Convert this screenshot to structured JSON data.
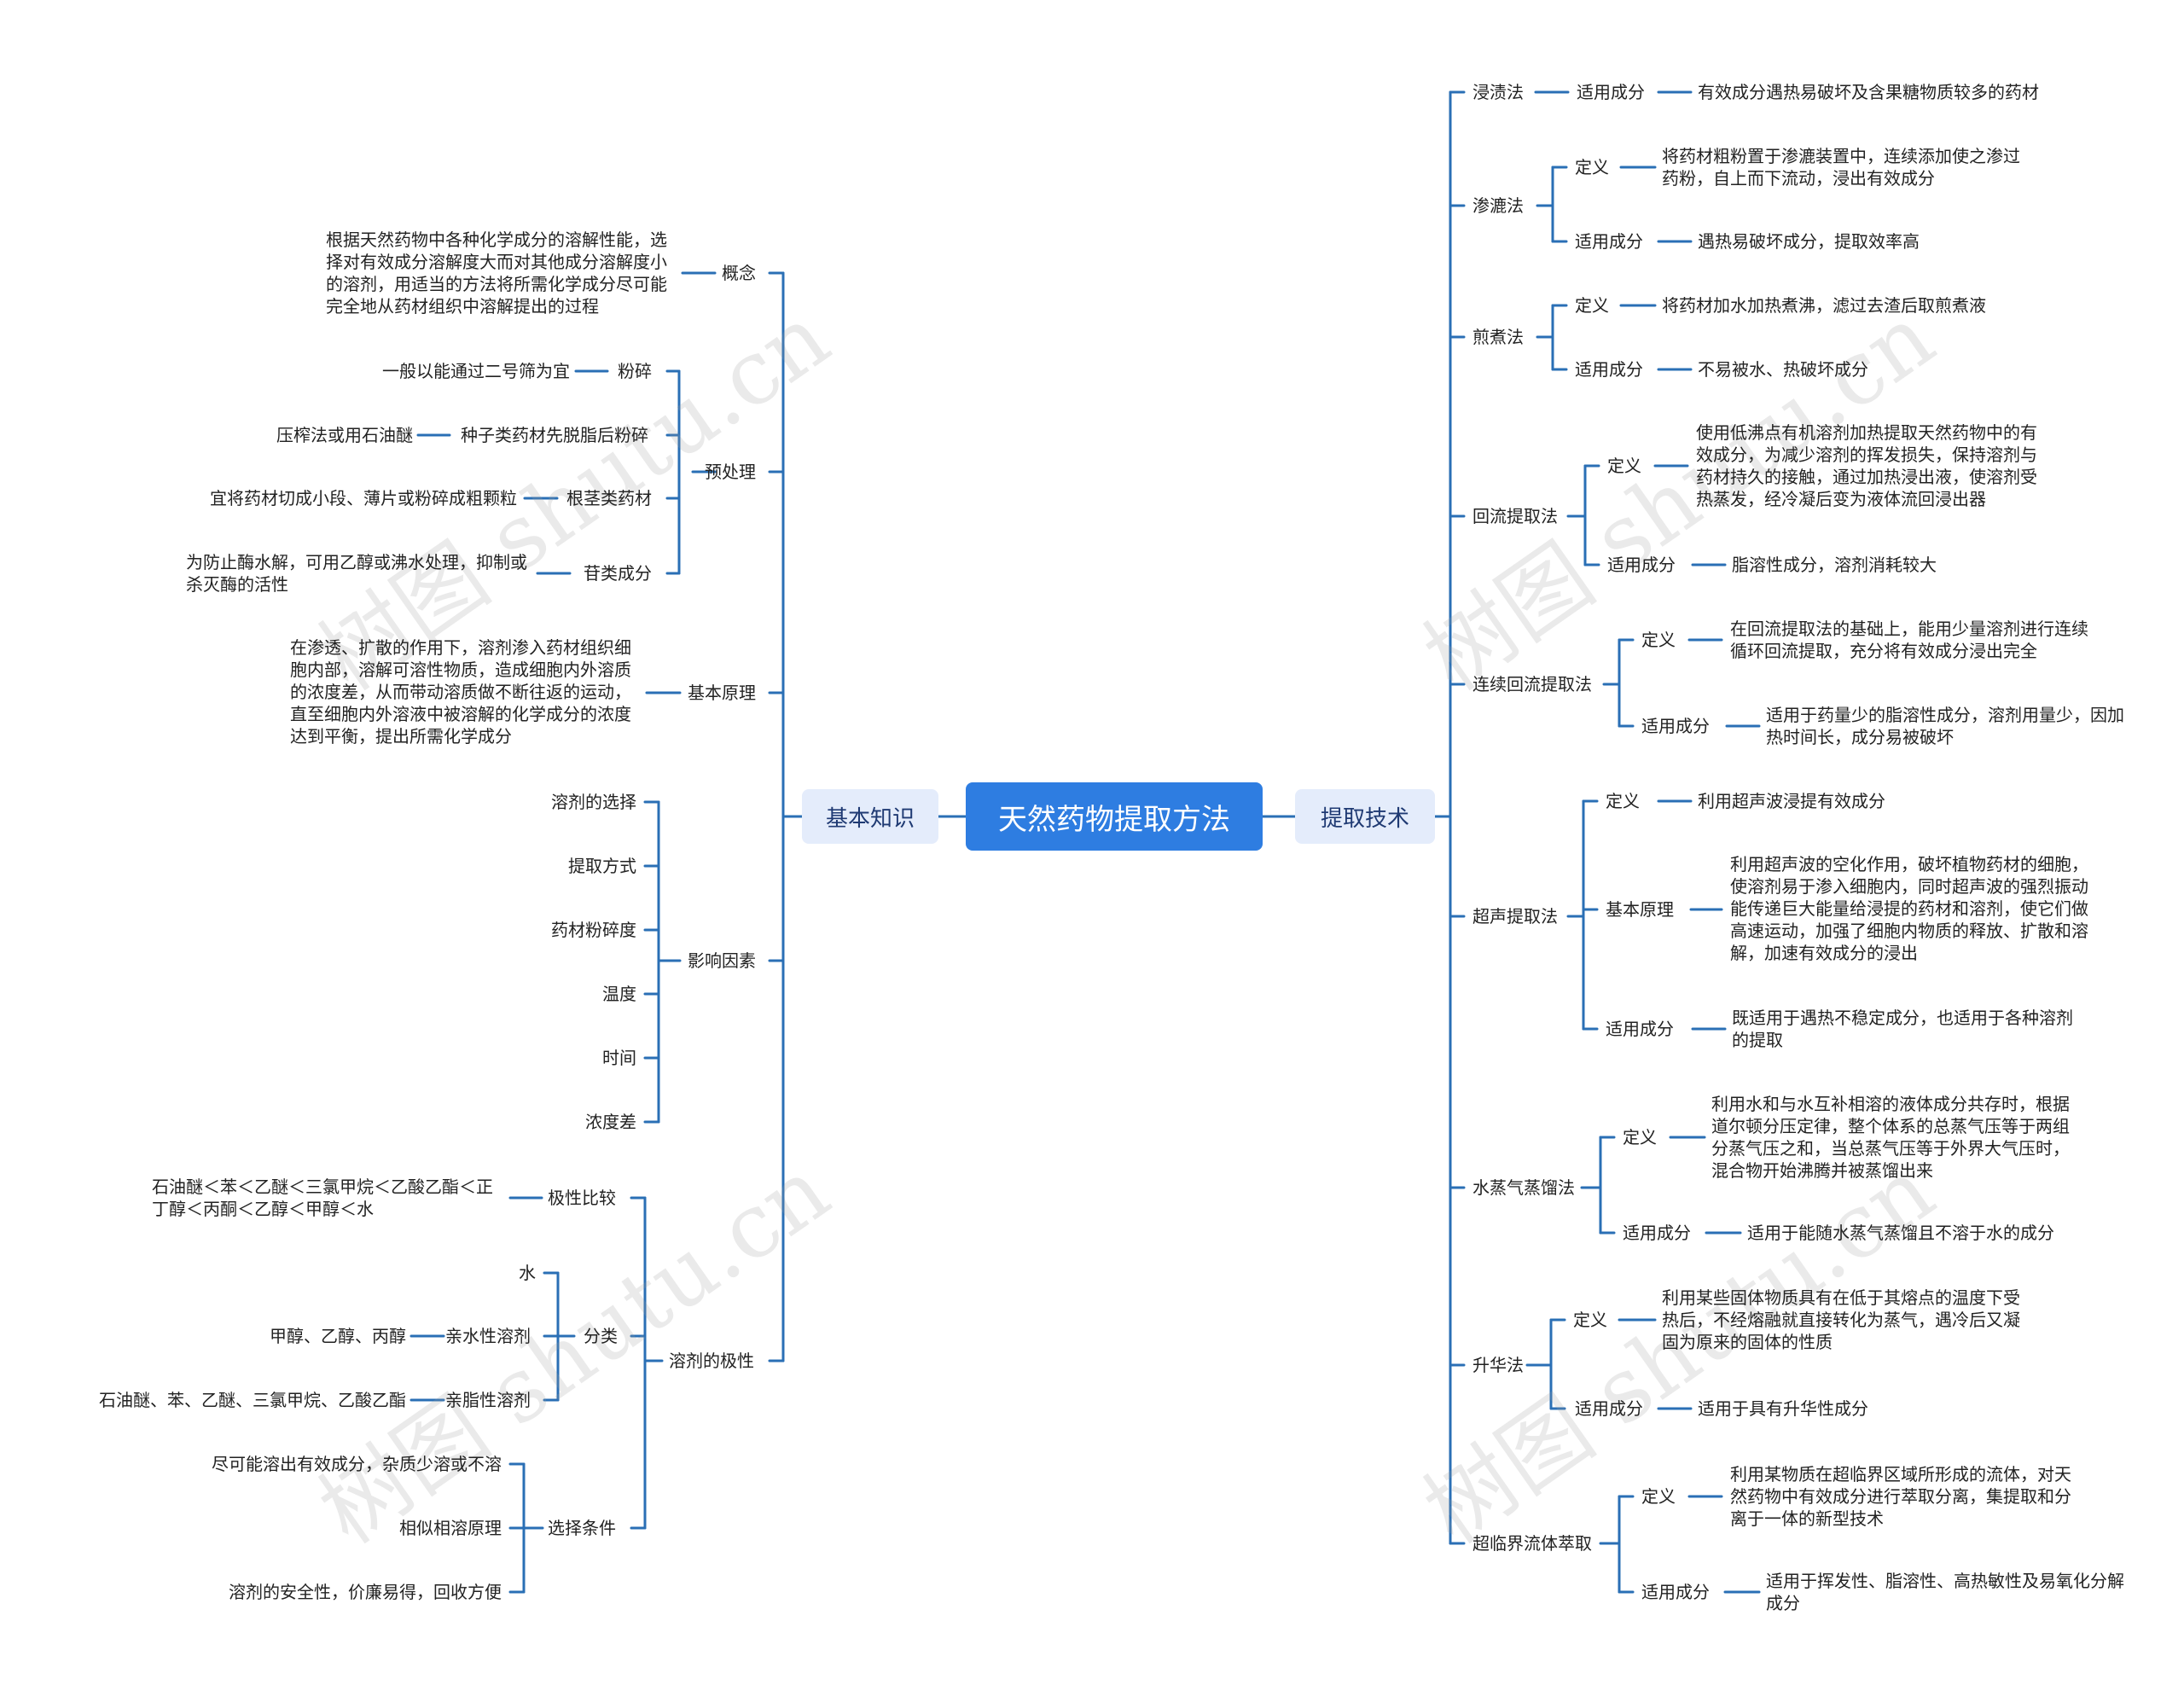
{
  "root": "天然药物提取方法",
  "left_branch": "基本知识",
  "right_branch": "提取技术",
  "watermark": "树图 shutu.cn",
  "left": {
    "concept": {
      "label": "概念",
      "text": "根据天然药物中各种化学成分的溶解性能，选择对有效成分溶解度大而对其他成分溶解度小的溶剂，用适当的方法将所需化学成分尽可能完全地从药材组织中溶解提出的过程"
    },
    "pre": {
      "label": "预处理",
      "items": [
        {
          "label": "粉碎",
          "text": "一般以能通过二号筛为宜"
        },
        {
          "label": "种子类药材先脱脂后粉碎",
          "text": "压榨法或用石油醚"
        },
        {
          "label": "根茎类药材",
          "text": "宜将药材切成小段、薄片或粉碎成粗颗粒"
        },
        {
          "label": "苷类成分",
          "text": "为防止酶水解，可用乙醇或沸水处理，抑制或杀灭酶的活性"
        }
      ]
    },
    "principle": {
      "label": "基本原理",
      "text": "在渗透、扩散的作用下，溶剂渗入药材组织细胞内部，溶解可溶性物质，造成细胞内外溶质的浓度差，从而带动溶质做不断往返的运动，直至细胞内外溶液中被溶解的化学成分的浓度达到平衡，提出所需化学成分"
    },
    "factors": {
      "label": "影响因素",
      "items": [
        "溶剂的选择",
        "提取方式",
        "药材粉碎度",
        "温度",
        "时间",
        "浓度差"
      ]
    },
    "polarity": {
      "label": "溶剂的极性",
      "compare": {
        "label": "极性比较",
        "text": "石油醚＜苯＜乙醚＜三氯甲烷＜乙酸乙酯＜正丁醇＜丙酮＜乙醇＜甲醇＜水"
      },
      "classify": {
        "label": "分类",
        "water": "水",
        "hydrophilic": {
          "label": "亲水性溶剂",
          "text": "甲醇、乙醇、丙醇"
        },
        "lipophilic": {
          "label": "亲脂性溶剂",
          "text": "石油醚、苯、乙醚、三氯甲烷、乙酸乙酯"
        }
      },
      "select": {
        "label": "选择条件",
        "items": [
          "尽可能溶出有效成分，杂质少溶或不溶",
          "相似相溶原理",
          "溶剂的安全性，价廉易得，回收方便"
        ]
      }
    }
  },
  "right": {
    "maceration": {
      "label": "浸渍法",
      "apply_label": "适用成分",
      "apply": "有效成分遇热易破坏及含果糖物质较多的药材"
    },
    "percolation": {
      "label": "渗漉法",
      "def_label": "定义",
      "def": "将药材粗粉置于渗漉装置中，连续添加使之渗过药粉，自上而下流动，浸出有效成分",
      "apply_label": "适用成分",
      "apply": "遇热易破坏成分，提取效率高"
    },
    "decoction": {
      "label": "煎煮法",
      "def_label": "定义",
      "def": "将药材加水加热煮沸，滤过去渣后取煎煮液",
      "apply_label": "适用成分",
      "apply": "不易被水、热破坏成分"
    },
    "reflux": {
      "label": "回流提取法",
      "def_label": "定义",
      "def": "使用低沸点有机溶剂加热提取天然药物中的有效成分，为减少溶剂的挥发损失，保持溶剂与药材持久的接触，通过加热浸出液，使溶剂受热蒸发，经冷凝后变为液体流回浸出器",
      "apply_label": "适用成分",
      "apply": "脂溶性成分，溶剂消耗较大"
    },
    "continuous": {
      "label": "连续回流提取法",
      "def_label": "定义",
      "def": "在回流提取法的基础上，能用少量溶剂进行连续循环回流提取，充分将有效成分浸出完全",
      "apply_label": "适用成分",
      "apply": "适用于药量少的脂溶性成分，溶剂用量少，因加热时间长，成分易被破坏"
    },
    "ultrasound": {
      "label": "超声提取法",
      "def_label": "定义",
      "def": "利用超声波浸提有效成分",
      "principle_label": "基本原理",
      "principle": "利用超声波的空化作用，破坏植物药材的细胞，使溶剂易于渗入细胞内，同时超声波的强烈振动能传递巨大能量给浸提的药材和溶剂，使它们做高速运动，加强了细胞内物质的释放、扩散和溶解，加速有效成分的浸出",
      "apply_label": "适用成分",
      "apply": "既适用于遇热不稳定成分，也适用于各种溶剂的提取"
    },
    "steam": {
      "label": "水蒸气蒸馏法",
      "def_label": "定义",
      "def": "利用水和与水互补相溶的液体成分共存时，根据道尔顿分压定律，整个体系的总蒸气压等于两组分蒸气压之和，当总蒸气压等于外界大气压时，混合物开始沸腾并被蒸馏出来",
      "apply_label": "适用成分",
      "apply": "适用于能随水蒸气蒸馏且不溶于水的成分"
    },
    "sublimation": {
      "label": "升华法",
      "def_label": "定义",
      "def": "利用某些固体物质具有在低于其熔点的温度下受热后，不经熔融就直接转化为蒸气，遇冷后又凝固为原来的固体的性质",
      "apply_label": "适用成分",
      "apply": "适用于具有升华性成分"
    },
    "supercritical": {
      "label": "超临界流体萃取",
      "def_label": "定义",
      "def": "利用某物质在超临界区域所形成的流体，对天然药物中有效成分进行萃取分离，集提取和分离于一体的新型技术",
      "apply_label": "适用成分",
      "apply": "适用于挥发性、脂溶性、高热敏性及易氧化分解成分"
    }
  }
}
